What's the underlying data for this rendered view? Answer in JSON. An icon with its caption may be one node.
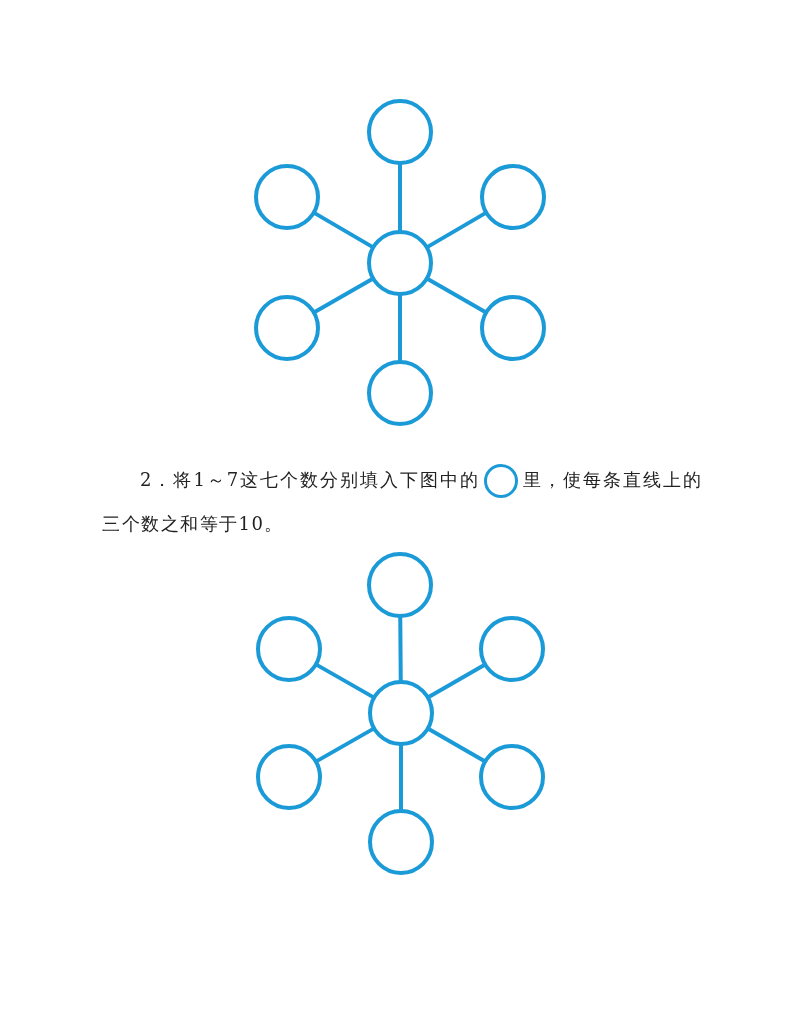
{
  "diagram": {
    "nodes": [
      {
        "text": [],
        "shape": "circle"
      },
      {
        "text": [],
        "shape": "circle"
      },
      {
        "text": [],
        "shape": "circle"
      },
      {
        "text": [],
        "shape": "circle"
      },
      {
        "text": [],
        "shape": "circle"
      },
      {
        "text": [],
        "shape": "circle"
      },
      {
        "text": [],
        "shape": "circle"
      },
      {
        "text": [],
        "shape": "circle"
      },
      {
        "text": [],
        "shape": "circle"
      },
      {
        "text": [],
        "shape": "circle"
      },
      {
        "text": [],
        "shape": "circle"
      },
      {
        "text": [],
        "shape": "circle"
      },
      {
        "text": [],
        "shape": "circle"
      },
      {
        "text": [],
        "shape": "circle"
      }
    ],
    "edges": [
      {
        "from": 3,
        "to": 0,
        "arrow": "none"
      },
      {
        "from": 3,
        "to": 1,
        "arrow": "none"
      },
      {
        "from": 3,
        "to": 2,
        "arrow": "none"
      },
      {
        "from": 3,
        "to": 4,
        "arrow": "none"
      },
      {
        "from": 3,
        "to": 5,
        "arrow": "none"
      },
      {
        "from": 3,
        "to": 6,
        "arrow": "none"
      },
      {
        "from": 10,
        "to": 7,
        "arrow": "none"
      },
      {
        "from": 10,
        "to": 8,
        "arrow": "none"
      },
      {
        "from": 10,
        "to": 9,
        "arrow": "none"
      },
      {
        "from": 10,
        "to": 11,
        "arrow": "none"
      },
      {
        "from": 10,
        "to": 12,
        "arrow": "none"
      },
      {
        "from": 10,
        "to": 13,
        "arrow": "none"
      }
    ],
    "labels": [
      "2．将1～7这七个数分别填入下图中的",
      "里，使每条直线上的三个数之和等于10。"
    ]
  }
}
